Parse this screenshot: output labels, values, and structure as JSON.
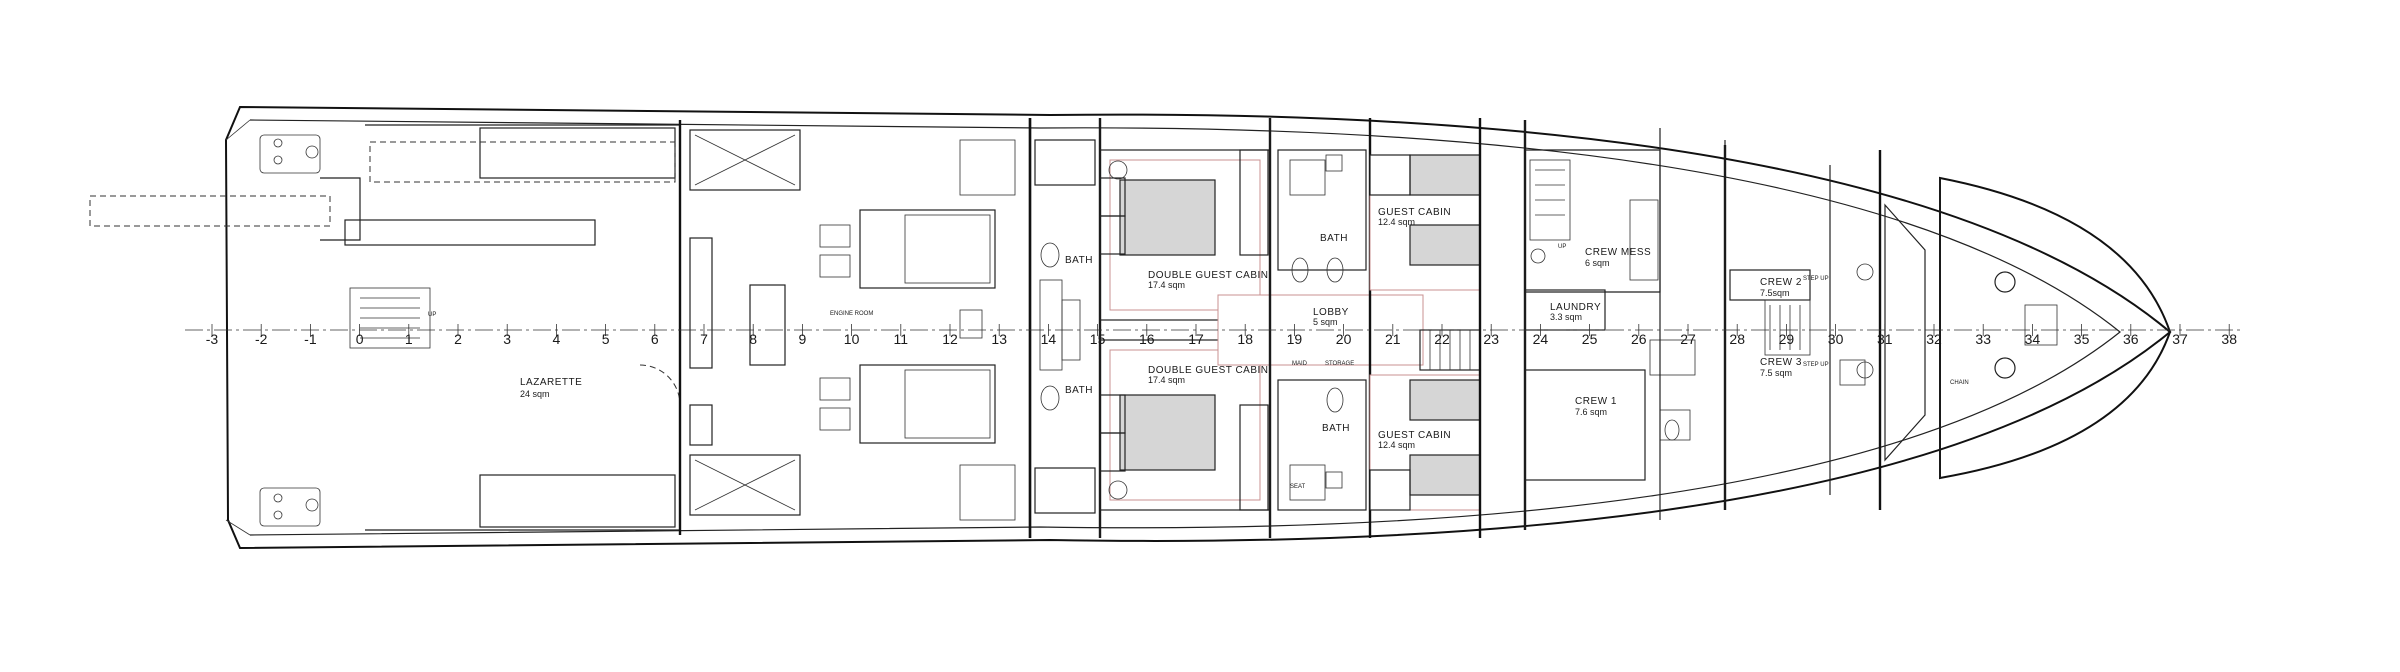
{
  "frames": [
    "-3",
    "-2",
    "-1",
    "0",
    "1",
    "2",
    "3",
    "4",
    "5",
    "6",
    "7",
    "8",
    "9",
    "10",
    "11",
    "12",
    "13",
    "14",
    "15",
    "16",
    "17",
    "18",
    "19",
    "20",
    "21",
    "22",
    "23",
    "24",
    "25",
    "26",
    "27",
    "28",
    "29",
    "30",
    "31",
    "32",
    "33",
    "34",
    "35",
    "36",
    "37",
    "38"
  ],
  "rooms": {
    "lazarette": {
      "name": "LAZARETTE",
      "area": "24 sqm"
    },
    "engine_room": {
      "name": "ENGINE ROOM"
    },
    "bath_upper": {
      "name": "BATH"
    },
    "bath_lower": {
      "name": "BATH"
    },
    "double_cabin_upper": {
      "name": "DOUBLE GUEST CABIN",
      "area": "17.4 sqm"
    },
    "double_cabin_lower": {
      "name": "DOUBLE GUEST CABIN",
      "area": "17.4 sqm"
    },
    "lobby": {
      "name": "LOBBY",
      "area": "5 sqm"
    },
    "bath_mid_upper": {
      "name": "BATH"
    },
    "bath_mid_lower": {
      "name": "BATH"
    },
    "guest_cabin_upper": {
      "name": "GUEST CABIN",
      "area": "12.4 sqm"
    },
    "guest_cabin_lower": {
      "name": "GUEST CABIN",
      "area": "12.4 sqm"
    },
    "laundry": {
      "name": "LAUNDRY",
      "area": "3.3 sqm"
    },
    "crew_mess": {
      "name": "CREW MESS",
      "area": "6 sqm"
    },
    "crew_1": {
      "name": "CREW 1",
      "area": "7.6 sqm"
    },
    "crew_2": {
      "name": "CREW 2",
      "area": "7.5sqm"
    },
    "crew_3": {
      "name": "CREW 3",
      "area": "7.5 sqm"
    },
    "chain": {
      "name": "CHAIN"
    }
  },
  "small_labels": {
    "up_lazarette": "UP",
    "up_crew": "UP",
    "maid": "MAID",
    "storage": "STORAGE",
    "seat": "SEAT",
    "step_up_1": "STEP UP",
    "step_up_2": "STEP UP"
  }
}
